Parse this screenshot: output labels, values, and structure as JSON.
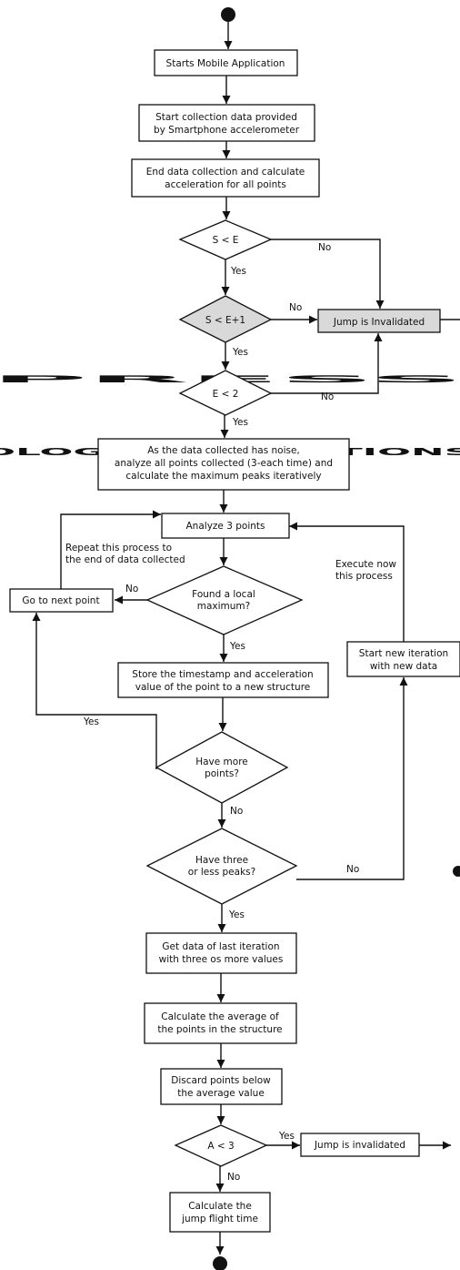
{
  "watermark": {
    "line1": "PRESS",
    "line2": "OLOGY PUBLICATIONS"
  },
  "nodes": {
    "starts_app": [
      "Starts Mobile Application"
    ],
    "start_collection": [
      "Start collection data provided",
      "by Smartphone accelerometer"
    ],
    "end_collection": [
      "End data collection and calculate",
      "acceleration for all points"
    ],
    "cond_s_e": [
      "S < E"
    ],
    "cond_s_e1": [
      "S < E+1"
    ],
    "cond_e2": [
      "E < 2"
    ],
    "jump_invalid_1": [
      "Jump is Invalidated"
    ],
    "analyze_all": [
      "As the data collected has noise,",
      "analyze all points collected (3-each time) and",
      "calculate the maximum peaks iteratively"
    ],
    "analyze3": [
      "Analyze 3 points"
    ],
    "local_max": [
      "Found a local",
      "maximum?"
    ],
    "next_point": [
      "Go to next point"
    ],
    "store": [
      "Store the timestamp and acceleration",
      "value of the point to a new structure"
    ],
    "more_points": [
      "Have more",
      "points?"
    ],
    "three_peaks": [
      "Have three",
      "or less peaks?"
    ],
    "new_iteration": [
      "Start new iteration",
      "with new data"
    ],
    "get_last": [
      "Get data of last iteration",
      "with three os more values"
    ],
    "average": [
      "Calculate the average of",
      "the points in the structure"
    ],
    "discard": [
      "Discard points below",
      "the average value"
    ],
    "cond_a3": [
      "A < 3"
    ],
    "jump_invalid_2": [
      "Jump is invalidated"
    ],
    "flight_time": [
      "Calculate the",
      "jump flight time"
    ]
  },
  "edge_labels": {
    "s_e_no": "No",
    "s_e_yes": "Yes",
    "s_e1_no": "No",
    "s_e1_yes": "Yes",
    "e2_no": "No",
    "e2_yes": "Yes",
    "local_max_no": "No",
    "local_max_yes": "Yes",
    "more_yes": "Yes",
    "more_no": "No",
    "peaks_no": "No",
    "peaks_yes": "Yes",
    "a3_yes": "Yes",
    "a3_no": "No"
  },
  "annotations": {
    "repeat": [
      "Repeat this process to",
      "the end of data collected"
    ],
    "execute": [
      "Execute now",
      "this process"
    ]
  }
}
